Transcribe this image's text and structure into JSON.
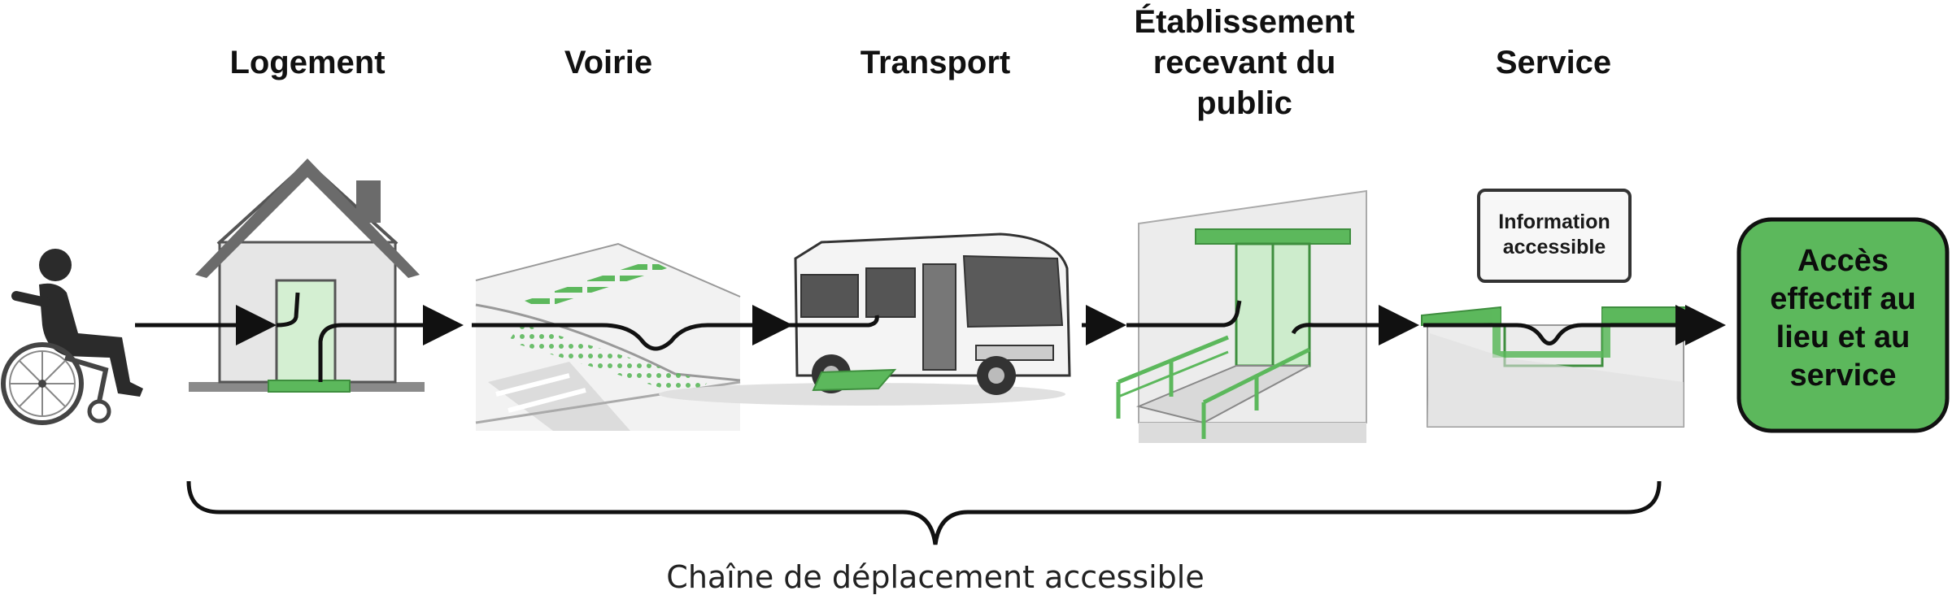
{
  "stages": [
    {
      "label": "Logement",
      "icon": "house-icon"
    },
    {
      "label": "Voirie",
      "icon": "sidewalk-icon"
    },
    {
      "label": "Transport",
      "icon": "bus-icon"
    },
    {
      "label": "Établissement recevant du public",
      "icon": "building-entrance-icon"
    },
    {
      "label": "Service",
      "icon": "service-counter-icon"
    }
  ],
  "service_sign": "Information accessible",
  "outcome": "Accès effectif au lieu et au service",
  "chain_label": "Chaîne de déplacement accessible",
  "start_icon": "wheelchair-user-icon",
  "colors": {
    "accent_green": "#5cb85c",
    "light_green": "#cdeccc",
    "dark": "#111111",
    "gray": "#8a8a8a"
  }
}
